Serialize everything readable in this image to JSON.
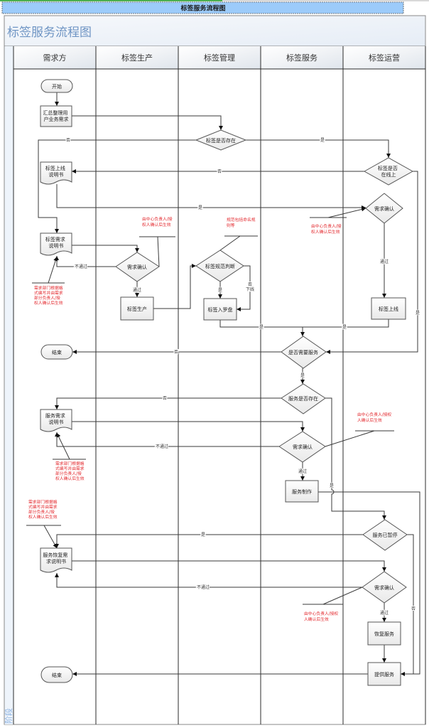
{
  "window": {
    "tab_title": "标签服务流程图"
  },
  "diagram": {
    "title": "标签服务流程图",
    "stage_label": "阶段",
    "lanes": [
      "需求方",
      "标签生产",
      "标签管理",
      "标签服务",
      "标签运营"
    ],
    "nodes": {
      "start": [
        "开始"
      ],
      "collect_req": [
        "汇总整理用",
        "户业务需求"
      ],
      "tag_exists": [
        "标签是否存在"
      ],
      "tag_online_q": [
        "标签是否",
        "在线上"
      ],
      "tag_launch_doc": [
        "标签上线",
        "说明书"
      ],
      "confirm_ops_1": [
        "需求确认"
      ],
      "tag_req_doc": [
        "标签需求",
        "说明书"
      ],
      "confirm_prod": [
        "需求确认"
      ],
      "tag_produce": [
        "标签生产"
      ],
      "tag_norm_check": [
        "标签规范判断"
      ],
      "tag_compass": [
        "标签入罗盘"
      ],
      "tag_launch": [
        "标签上线"
      ],
      "need_service": [
        "是否需要服务"
      ],
      "end_1": [
        "结束"
      ],
      "service_exists": [
        "服务是否存在"
      ],
      "service_req_doc": [
        "服务需求",
        "说明书"
      ],
      "confirm_service": [
        "需求确认"
      ],
      "service_make": [
        "服务制作"
      ],
      "service_paused": [
        "服务已暂停"
      ],
      "service_resume_doc": [
        "服务恢复需",
        "求说明书"
      ],
      "confirm_ops_2": [
        "需求确认"
      ],
      "resume_service": [
        "恢复服务"
      ],
      "provide_service": [
        "提供服务"
      ],
      "end_2": [
        "结束"
      ]
    },
    "edge_labels": {
      "tag_exists_no": "否",
      "tag_exists_yes": "是",
      "tag_online_no": "否",
      "launch_doc_yes": "是",
      "ops_confirm_pass": "通过",
      "tag_online_yes": "是",
      "prod_reject": "不通过",
      "prod_pass": "通过",
      "norm_yes": "是",
      "norm_no": [
        "否",
        "下线"
      ],
      "compass_yes": "是",
      "launch_yes": "是",
      "need_service_no": "否",
      "need_service_yes": "是",
      "service_exists_no": "否",
      "service_exists_yes": "是",
      "service_reject": "不通过",
      "service_pass": "通过",
      "paused_yes": "是",
      "paused_no": "否",
      "resume_reject": "不通过",
      "resume_pass": "通过"
    },
    "annotations": {
      "center_confirm_a": [
        "由中心负责人/授",
        "权人确认后生效"
      ],
      "norm_rules": [
        "规范包括命名规",
        "则等"
      ],
      "center_confirm_b": [
        "由中心负责人/授",
        "权人确认后生效"
      ],
      "dept_confirm_a": [
        "需求部门根据格",
        "式编写并由需求",
        "部分负责人/授",
        "权人确认后生效"
      ],
      "dept_confirm_b": [
        "需求部门根据格",
        "式编写并由需求",
        "部分负责人/授",
        "权人确认后生效"
      ],
      "center_confirm_c": [
        "由中心负责人/授权",
        "人确认后生效"
      ],
      "dept_confirm_c": [
        "需求部门根据格",
        "式编写并由需求",
        "部分负责人/授",
        "权人确认后生效"
      ],
      "center_confirm_d": [
        "由中心负责人/授权",
        "人确认后生效"
      ]
    }
  },
  "colors": {
    "tab_band": "#9ccbfa",
    "tab_progress": "#4caf50",
    "title": "#6f95c4",
    "annotation": "#e3262b",
    "stage_label": "#8db3e2"
  }
}
